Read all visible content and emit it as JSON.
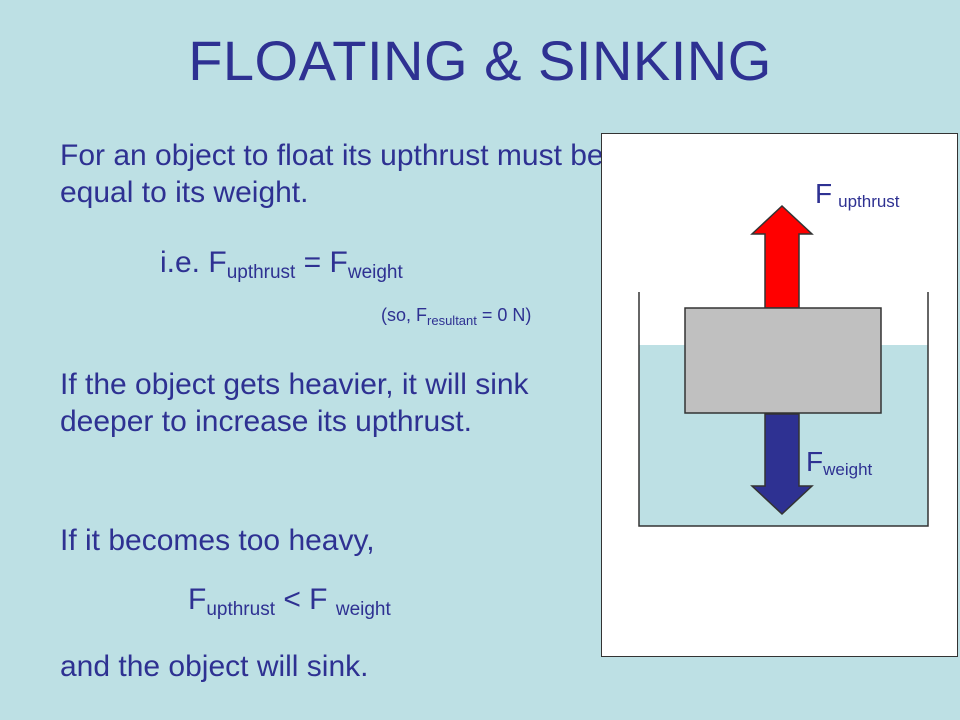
{
  "title": "FLOATING & SINKING",
  "para1": "For an object to float its upthrust must be equal to its weight.",
  "eq1": {
    "prefix": "i.e. F",
    "sub1": "upthrust",
    "mid": " = F",
    "sub2": "weight"
  },
  "note": {
    "prefix": "(so, F",
    "sub": "resultant",
    "suffix": " = 0 N)"
  },
  "para2": "If the object gets heavier, it will sink deeper to increase its upthrust.",
  "para3": "If it becomes too heavy,",
  "eq2": {
    "prefix": "F",
    "sub1": "upthrust",
    "mid": " < F ",
    "sub2": "weight"
  },
  "para4": "and the object will sink.",
  "diagram": {
    "upthrust_label": {
      "main": "F",
      "sub": "upthrust"
    },
    "weight_label": {
      "main": "F",
      "sub": "weight"
    },
    "colors": {
      "water": "#bde0e4",
      "block": "#c0c0c0",
      "upthrust_arrow": "#ff0000",
      "weight_arrow": "#2e3192",
      "text": "#2e3192"
    }
  }
}
